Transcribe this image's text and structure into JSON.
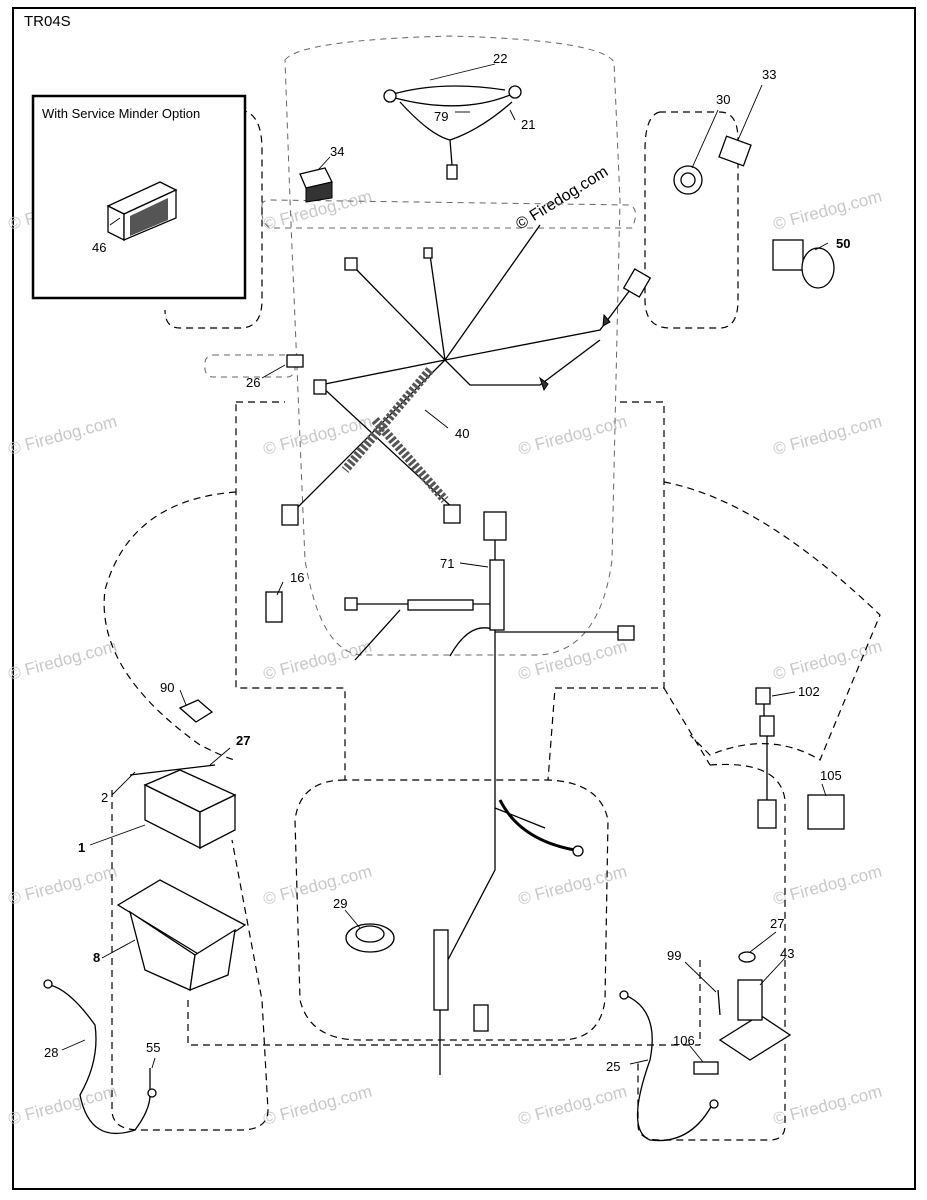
{
  "drawing_code": "TR04S",
  "inset": {
    "title": "With Service Minder Option"
  },
  "watermark": {
    "text": "© Firedog.com",
    "color": "#c8c8c8"
  },
  "callouts": {
    "c1": "1",
    "c2": "2",
    "c8": "8",
    "c16": "16",
    "c21": "21",
    "c22": "22",
    "c25": "25",
    "c26": "26",
    "c27a": "27",
    "c27b": "27",
    "c28": "28",
    "c29": "29",
    "c30": "30",
    "c33": "33",
    "c34": "34",
    "c40": "40",
    "c43": "43",
    "c46": "46",
    "c50": "50",
    "c55": "55",
    "c71": "71",
    "c79": "79",
    "c90": "90",
    "c99": "99",
    "c102": "102",
    "c105": "105",
    "c106": "106"
  }
}
